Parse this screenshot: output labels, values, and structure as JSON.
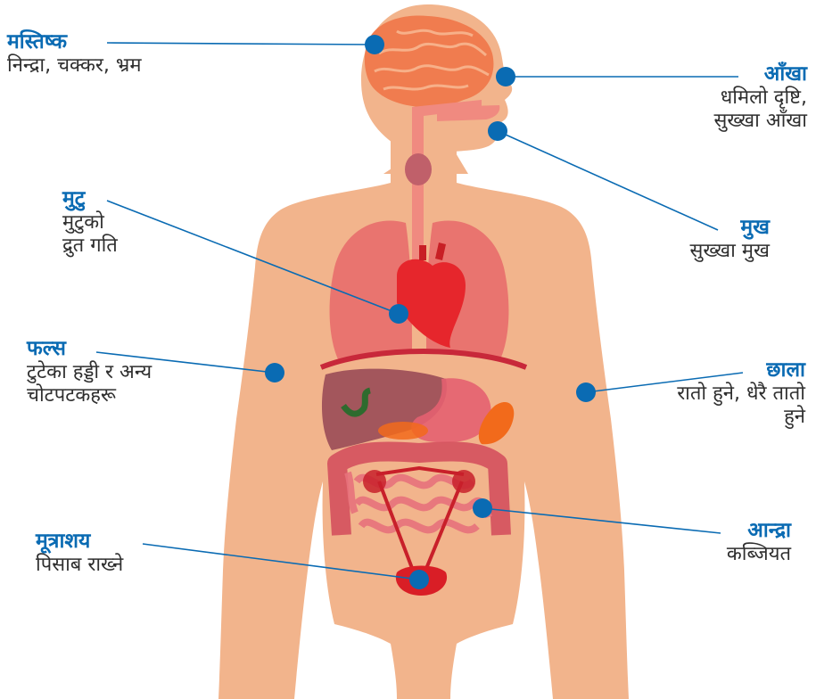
{
  "colors": {
    "accent": "#0a6bb3",
    "skin": "#f2b48c",
    "organ": "#e8454a",
    "liver": "#9a4b57",
    "gallbladder": "#2e6b2e",
    "spleen": "#f26a1b"
  },
  "labels": {
    "brain": {
      "title": "मस्तिष्क",
      "desc": "निन्द्रा, चक्कर, भ्रम"
    },
    "eyes": {
      "title": "आँखा",
      "desc_1": "धमिलो दृष्टि,",
      "desc_2": "सुख्खा आँखा"
    },
    "heart": {
      "title": "मुटु",
      "desc_1": "मुटुको",
      "desc_2": "द्रुत गति"
    },
    "mouth": {
      "title": "मुख",
      "desc": "सुख्खा मुख"
    },
    "bones": {
      "title": "फल्स",
      "desc_1": "टुटेका हड्डी र अन्य",
      "desc_2": "चोटपटकहरू"
    },
    "skin": {
      "title": "छाला",
      "desc_1": "रातो हुने, धेरै तातो",
      "desc_2": "हुने"
    },
    "intestine": {
      "title": "आन्द्रा",
      "desc": "कब्जियत"
    },
    "bladder": {
      "title": "मूत्राशय",
      "desc": "पिसाब राख्ने"
    }
  }
}
